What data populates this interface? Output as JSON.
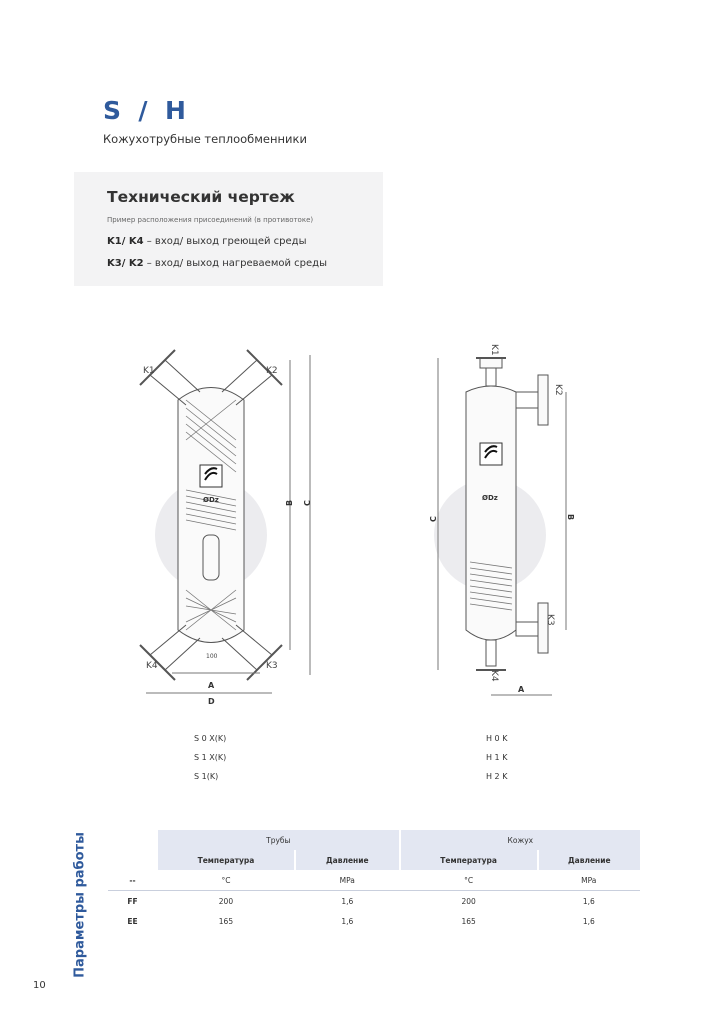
{
  "header": {
    "title": "S  /  H",
    "subtitle": "Кожухотрубные теплообменники"
  },
  "tech_box": {
    "title": "Технический чертеж",
    "note": "Пример расположения присоединений (в противотоке)",
    "rows": [
      {
        "key": "K1/ K4",
        "text": " – вход/ выход греющей среды"
      },
      {
        "key": "K3/ K2",
        "text": " – вход/ выход нагреваемой среды"
      }
    ]
  },
  "drawing": {
    "left_labels": {
      "k1": "K1",
      "k2": "K2",
      "k3": "K3",
      "k4": "K4",
      "dz": "ØDz",
      "dim_a": "A",
      "dim_b": "B",
      "dim_c": "C",
      "dim_d": "D",
      "dim_100": "100"
    },
    "right_labels": {
      "k1": "K1",
      "k2": "K2",
      "k3": "K3",
      "k4": "K4",
      "dz": "ØDz",
      "dim_a": "A",
      "dim_b": "B",
      "dim_c": "C"
    }
  },
  "models_s": [
    "S 0 X(K)",
    "S 1 X(K)",
    "S 1(K)"
  ],
  "models_h": [
    "H 0 K",
    "H 1 K",
    "H 2 K"
  ],
  "params": {
    "side_title": "Параметры работы",
    "group_tubes": "Трубы",
    "group_shell": "Кожух",
    "col_temp": "Температура",
    "col_press": "Давление",
    "units_row": {
      "label": "--",
      "t1": "°C",
      "p1": "MPa",
      "t2": "°C",
      "p2": "MPa"
    },
    "rows": [
      {
        "label": "FF",
        "t1": "200",
        "p1": "1,6",
        "t2": "200",
        "p2": "1,6"
      },
      {
        "label": "EE",
        "t1": "165",
        "p1": "1,6",
        "t2": "165",
        "p2": "1,6"
      }
    ]
  },
  "page_number": "10"
}
